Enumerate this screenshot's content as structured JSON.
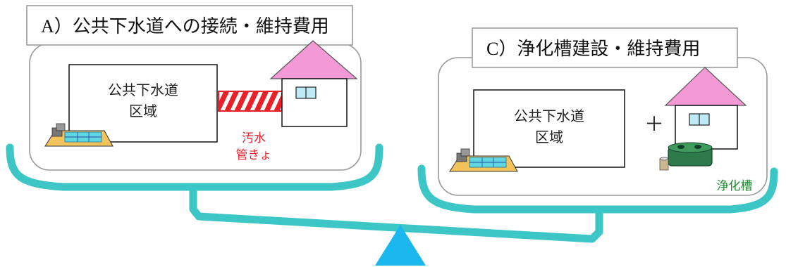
{
  "panel_a": {
    "title": "A）公共下水道への接続・維持費用",
    "area_label_line1": "公共下水道",
    "area_label_line2": "区域",
    "pipe_label_line1": "汚水",
    "pipe_label_line2": "管きょ"
  },
  "panel_c": {
    "title": "C）浄化槽建設・維持費用",
    "area_label_line1": "公共下水道",
    "area_label_line2": "区域",
    "plus_sign": "＋",
    "tank_label": "浄化槽"
  },
  "colors": {
    "beam": "#3cc6c6",
    "fulcrum": "#19b7ee",
    "roof": "#f39ad6",
    "pipe": "#e8202a",
    "pipe_label": "#e8202a",
    "tank_label": "#1e8a2e",
    "tank": "#2e7a4a",
    "panel_border": "#999999"
  }
}
